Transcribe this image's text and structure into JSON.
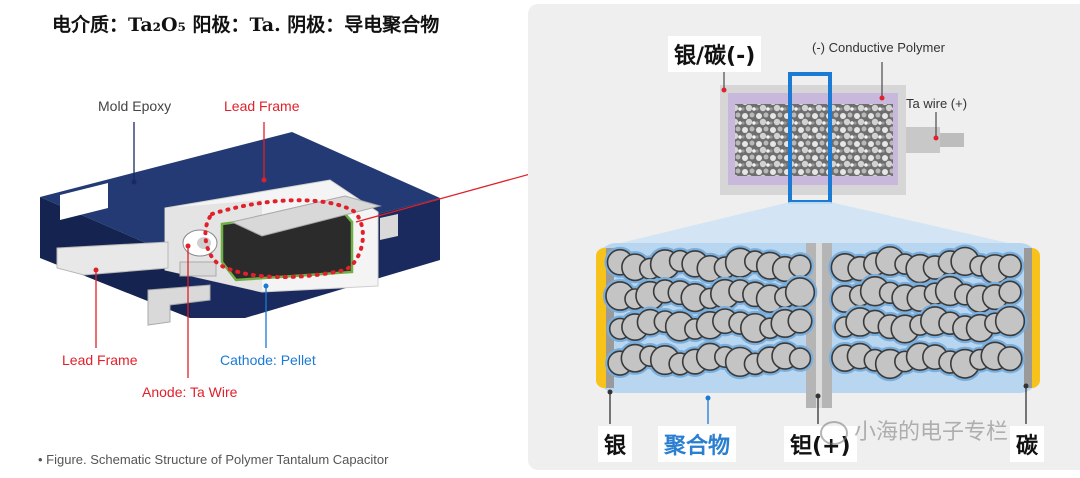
{
  "title": "电介质：Ta₂O₅ 阳极：Ta. 阴极：导电聚合物",
  "left_diagram": {
    "mold_epoxy": "Mold Epoxy",
    "lead_frame_top": "Lead Frame",
    "lead_frame_bottom": "Lead Frame",
    "anode": "Anode: Ta Wire",
    "cathode": "Cathode: Pellet"
  },
  "caption": "• Figure. Schematic Structure of Polymer Tantalum Capacitor",
  "right_diagram": {
    "silver_carbon": "银/碳(-)",
    "conductive_polymer": "(-) Conductive Polymer",
    "ta_wire": "Ta wire (+)",
    "bottom_labels": {
      "silver": "银",
      "polymer": "聚合物",
      "tantalum": "钽(+)",
      "carbon": "碳"
    },
    "watermark": "小海的电子专栏"
  },
  "colors": {
    "navy": "#1a2a5e",
    "red": "#e0202a",
    "blue_label": "#1a7ad4",
    "polymer_blue": "#9cc4ea",
    "silver_yellow": "#f7c21a"
  }
}
